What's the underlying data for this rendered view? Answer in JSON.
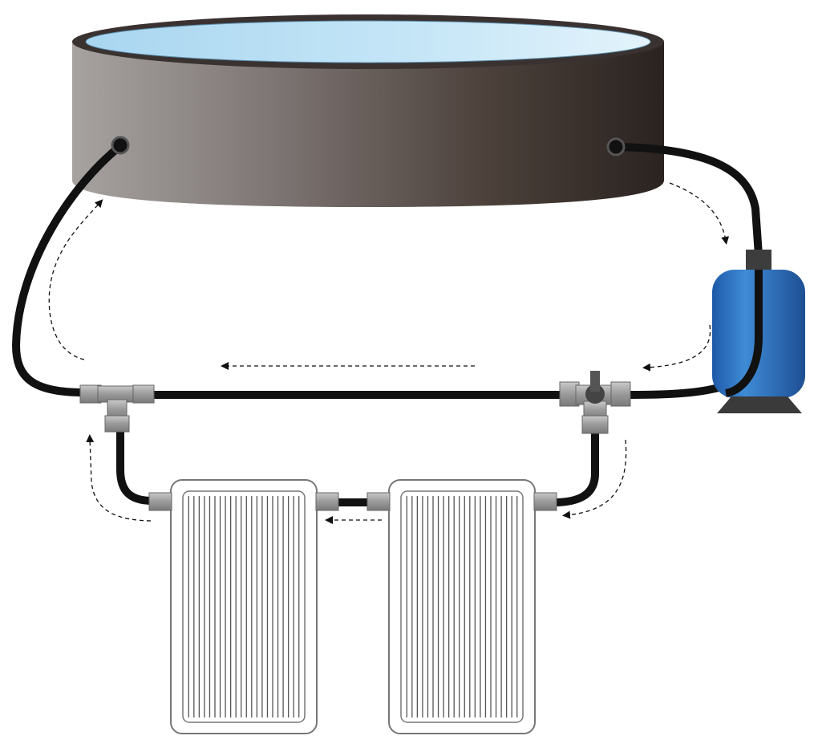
{
  "diagram": {
    "components": [
      {
        "id": "pool",
        "icon": "above-ground-pool-icon"
      },
      {
        "id": "pool-outlet",
        "icon": "pool-outlet-port-icon"
      },
      {
        "id": "pool-return-inlet",
        "icon": "pool-inlet-port-icon"
      },
      {
        "id": "filter-pump",
        "icon": "filter-tank-icon"
      },
      {
        "id": "bypass-valve",
        "icon": "three-way-valve-icon"
      },
      {
        "id": "tee-connector",
        "icon": "tee-fitting-icon"
      },
      {
        "id": "solar-panel-1",
        "icon": "solar-collector-icon"
      },
      {
        "id": "solar-panel-2",
        "icon": "solar-collector-icon"
      }
    ],
    "flow": [
      "pool",
      "filter-pump",
      "bypass-valve",
      "solar-panel-2",
      "solar-panel-1",
      "tee-connector",
      "pool"
    ],
    "colors": {
      "water": "#b9dff3",
      "pool_wall_light": "#9b9795",
      "pool_wall_dark": "#2f2723",
      "hose": "#111111",
      "filter_tank": "#2c6db8",
      "fitting": "#9a9a9a",
      "panel_outline": "#777777"
    }
  }
}
